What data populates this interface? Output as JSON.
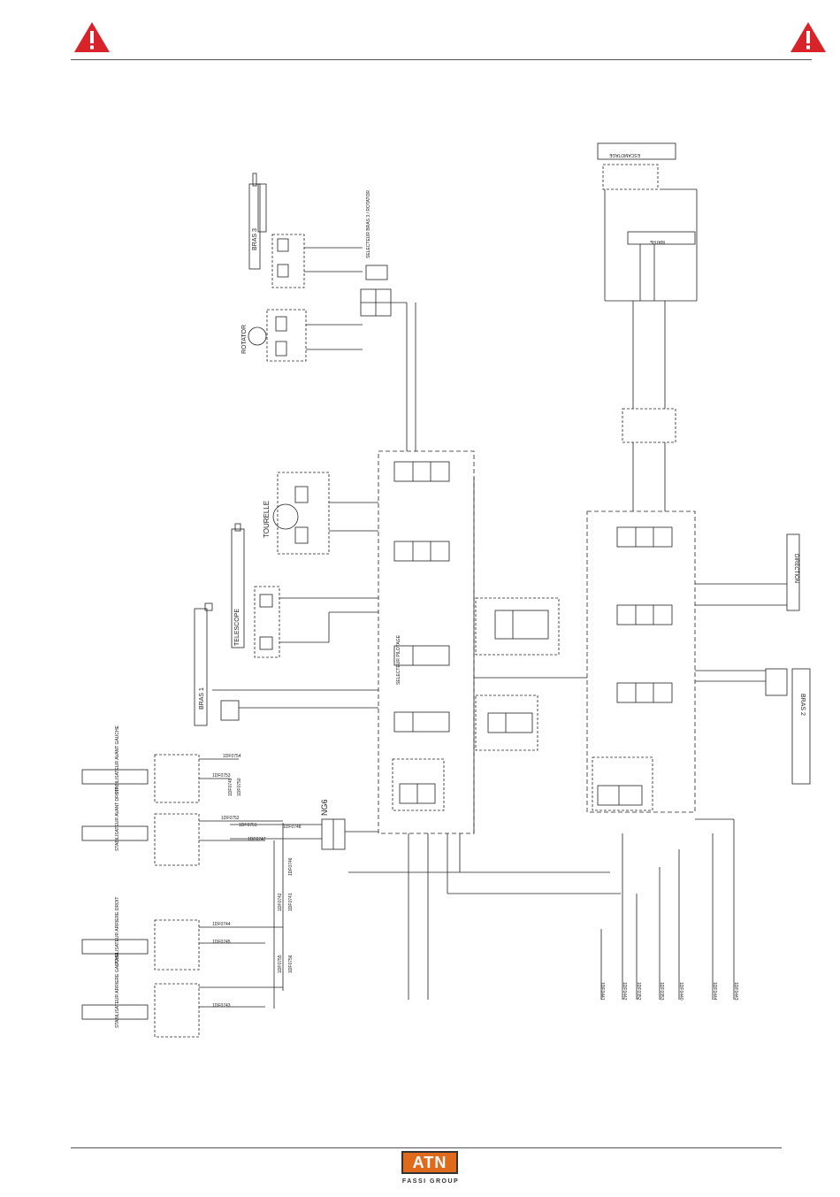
{
  "labels": {
    "bras3": "BRAS 3",
    "rotator": "ROTATOR",
    "selecteur_bras3": "SELECTEUR BRAS 3 / ROTATOR",
    "tourelle": "TOURELLE",
    "telescope": "TELESCOPE",
    "bras1": "BRAS 1",
    "selecteur_pilotage": "SELECTEUR PILOTAGE",
    "ng6": "NG6",
    "stab1": "STABILISATEUR AVANT GAUCHE",
    "stab2": "STABILISATEUR AVANT DROIT",
    "stab3": "STABILISATEUR ARRIERE DROIT",
    "stab4": "STABILISATEUR ARRIERE GAUCHE",
    "escamotage": "ESCAMOTAGE",
    "mat": "MATRE",
    "direction": "DIRECTION",
    "bras2": "BRAS 2"
  },
  "hose_refs": [
    "1DF0754",
    "1DF0753",
    "1DF0752",
    "1DF0751",
    "1DF0750",
    "1DF0749",
    "1DF0748",
    "1DF0747",
    "1DF0746",
    "1DF0745",
    "1DF0744",
    "1DF0743",
    "1DF0742",
    "1DF0741",
    "1DF0755",
    "1DF0756"
  ],
  "supply_lines": [
    "1DF0441",
    "1DF0442",
    "1DF0352",
    "1DF0353",
    "1DF0440",
    "1DF0444",
    "1DF0443"
  ],
  "logo": {
    "brand": "ATN",
    "group": "FASSI GROUP",
    "color": "#e06a1c"
  },
  "icons": [
    "warning-triangle-icon",
    "warning-triangle-icon"
  ],
  "colors": {
    "warning": "#d9232a",
    "lines": "#222222"
  }
}
